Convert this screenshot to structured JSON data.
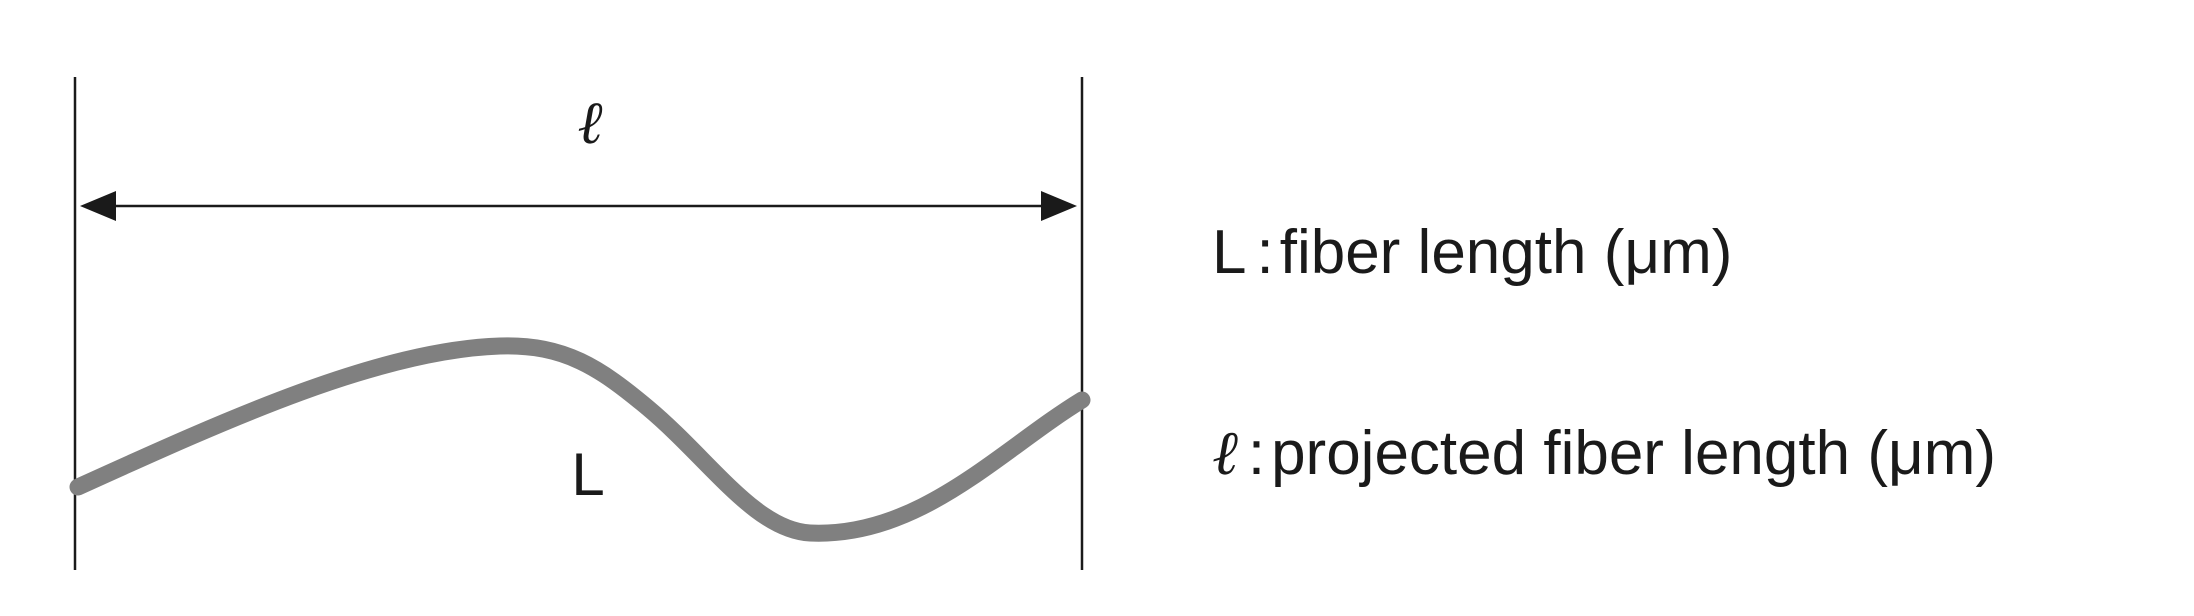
{
  "diagram": {
    "projected_symbol": "ℓ",
    "curve_symbol": "L",
    "colors": {
      "line": "#1a1a1a",
      "fiber": "#808080",
      "text": "#1a1a1a"
    }
  },
  "legend": [
    {
      "symbol": "L",
      "separator": ":",
      "description": "fiber length (μm)"
    },
    {
      "symbol": "ℓ",
      "separator": ":",
      "description": "projected fiber length (μm)"
    }
  ]
}
